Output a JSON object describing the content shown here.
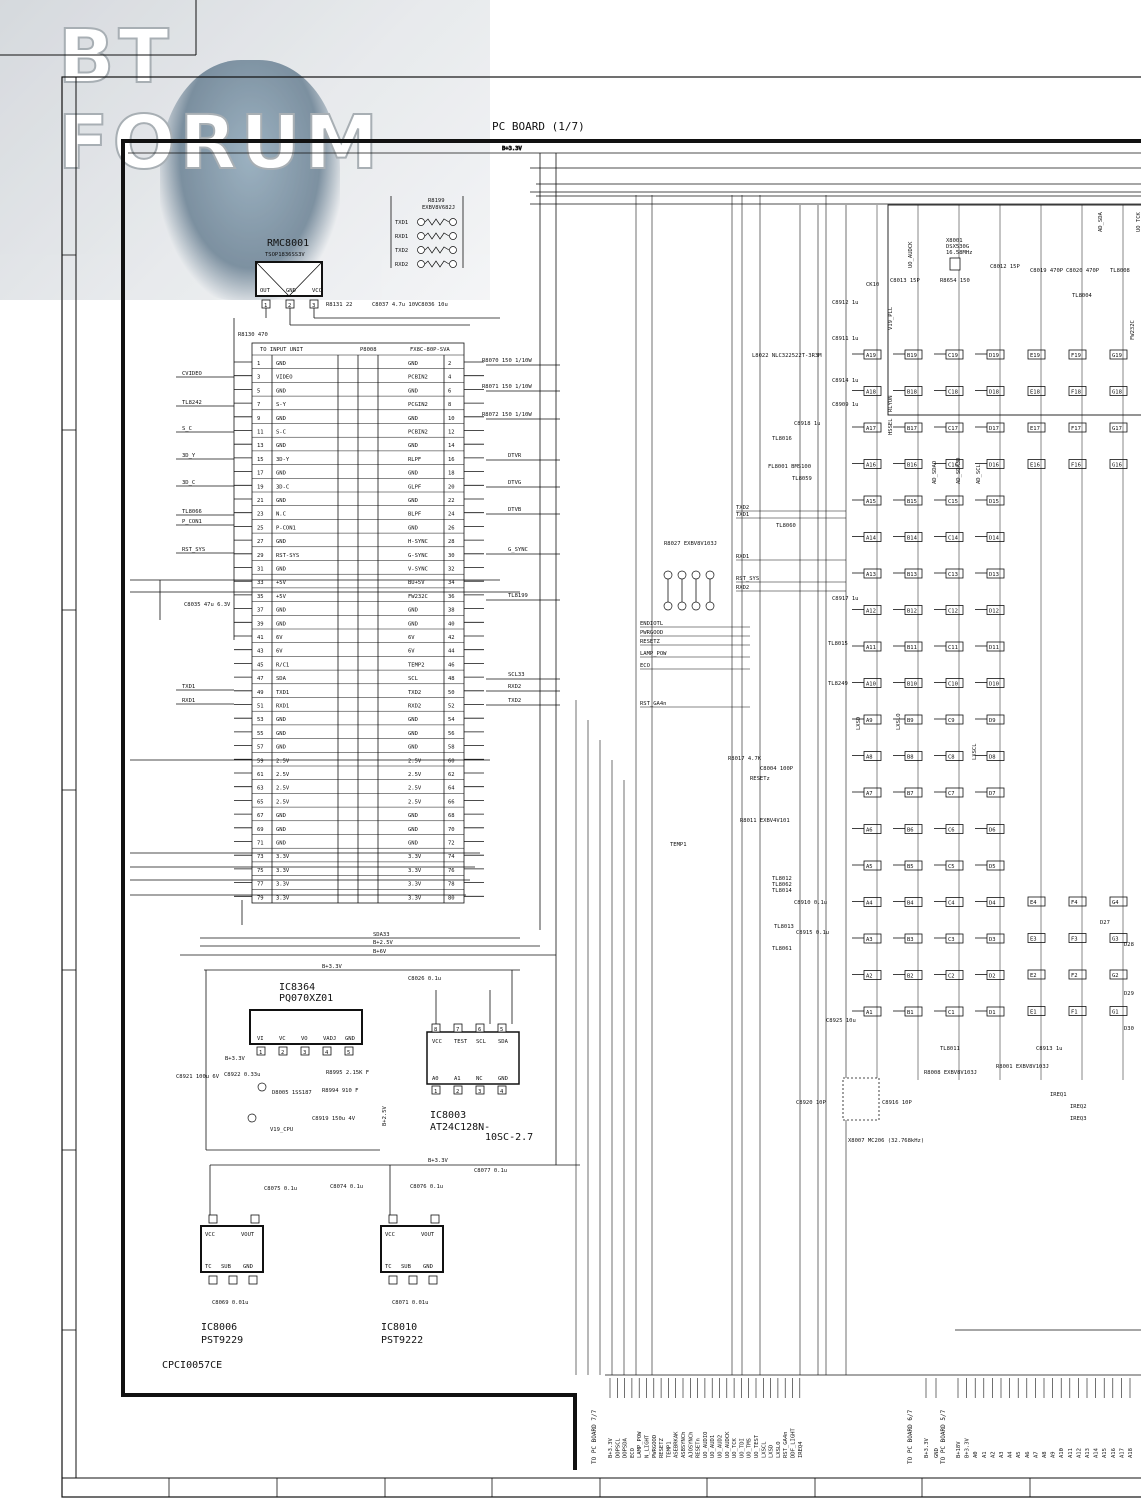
{
  "watermark": {
    "text": "BT FORUM"
  },
  "title": "PC BOARD (1/7)",
  "rails": {
    "b33": "B+3.3V",
    "b25": "B+2.5V",
    "b6": "B+6V",
    "sda33": "SDA33",
    "scl33": "SCL33",
    "v19cpu": "V19_CPU"
  },
  "rmc": {
    "ref": "RMC8001",
    "part": "TSOP1836SS3V",
    "pins": [
      "OUT",
      "GND",
      "VCC"
    ],
    "pin_nums": [
      "1",
      "2",
      "3"
    ],
    "r8131": "R8131 22",
    "c8037": "C8037 4.7u 10V",
    "c8036": "C8036 10u",
    "r8130": "R8130 470"
  },
  "r8199": {
    "ref": "R8199",
    "part": "EXBV8V682J",
    "nets": [
      "TXD1",
      "RXD1",
      "TXD2",
      "RXD2"
    ]
  },
  "connector": {
    "header": {
      "to": "TO INPUT UNIT",
      "ref": "P8008",
      "part": "FX8C-80P-SVA"
    },
    "rows": [
      [
        "1",
        "GND",
        "GND",
        "2"
      ],
      [
        "3",
        "VIDEO",
        "PCBIN2",
        "4"
      ],
      [
        "5",
        "GND",
        "GND",
        "6"
      ],
      [
        "7",
        "S-Y",
        "PCGIN2",
        "8"
      ],
      [
        "9",
        "GND",
        "GND",
        "10"
      ],
      [
        "11",
        "S-C",
        "PCBIN2",
        "12"
      ],
      [
        "13",
        "GND",
        "GND",
        "14"
      ],
      [
        "15",
        "3D-Y",
        "RLPF",
        "16"
      ],
      [
        "17",
        "GND",
        "GND",
        "18"
      ],
      [
        "19",
        "3D-C",
        "GLPF",
        "20"
      ],
      [
        "21",
        "GND",
        "GND",
        "22"
      ],
      [
        "23",
        "N.C",
        "BLPF",
        "24"
      ],
      [
        "25",
        "P-CON1",
        "GND",
        "26"
      ],
      [
        "27",
        "GND",
        "H-SYNC",
        "28"
      ],
      [
        "29",
        "RST-SYS",
        "G-SYNC",
        "30"
      ],
      [
        "31",
        "GND",
        "V-SYNC",
        "32"
      ],
      [
        "33",
        "+5V",
        "BU+5V",
        "34"
      ],
      [
        "35",
        "+5V",
        "FW232C",
        "36"
      ],
      [
        "37",
        "GND",
        "GND",
        "38"
      ],
      [
        "39",
        "GND",
        "GND",
        "40"
      ],
      [
        "41",
        "6V",
        "6V",
        "42"
      ],
      [
        "43",
        "6V",
        "6V",
        "44"
      ],
      [
        "45",
        "R/C1",
        "TEMP2",
        "46"
      ],
      [
        "47",
        "SDA",
        "SCL",
        "48"
      ],
      [
        "49",
        "TXD1",
        "TXD2",
        "50"
      ],
      [
        "51",
        "RXD1",
        "RXD2",
        "52"
      ],
      [
        "53",
        "GND",
        "GND",
        "54"
      ],
      [
        "55",
        "GND",
        "GND",
        "56"
      ],
      [
        "57",
        "GND",
        "GND",
        "58"
      ],
      [
        "59",
        "2.5V",
        "2.5V",
        "60"
      ],
      [
        "61",
        "2.5V",
        "2.5V",
        "62"
      ],
      [
        "63",
        "2.5V",
        "2.5V",
        "64"
      ],
      [
        "65",
        "2.5V",
        "2.5V",
        "66"
      ],
      [
        "67",
        "GND",
        "GND",
        "68"
      ],
      [
        "69",
        "GND",
        "GND",
        "70"
      ],
      [
        "71",
        "GND",
        "GND",
        "72"
      ],
      [
        "73",
        "3.3V",
        "3.3V",
        "74"
      ],
      [
        "75",
        "3.3V",
        "3.3V",
        "76"
      ],
      [
        "77",
        "3.3V",
        "3.3V",
        "78"
      ],
      [
        "79",
        "3.3V",
        "3.3V",
        "80"
      ]
    ],
    "left_nets": [
      "CVIDEO",
      "TL8242",
      "S_C",
      "3D_Y",
      "3D_C",
      "TL8066",
      "P_CON1",
      "RST_SYS",
      "TXD1",
      "RXD1"
    ],
    "right_nets": [
      "R8070 150 1/10W",
      "R8071 150 1/10W",
      "R8072 150 1/10W",
      "DTVR",
      "DTVG",
      "DTVB",
      "G_SYNC",
      "TL8199",
      "SCL33",
      "RXD2",
      "TXD2"
    ],
    "c8035": "C8035 47u 6.3V"
  },
  "ic8364": {
    "ref": "IC8364",
    "part": "PQ070XZ01",
    "pins": [
      "VI",
      "VC",
      "VO",
      "VADJ",
      "GND"
    ],
    "pin_nums": [
      "1",
      "2",
      "3",
      "4",
      "5"
    ],
    "c8921": "C8921 100u 6V",
    "c8922": "C8922 0.33u",
    "d8005": "D8005 1SS187",
    "r8995": "R8995 2.15K F",
    "r8994": "R8994 910 F",
    "c8919": "C8919 150u 4V",
    "b33": "B+3.3V",
    "v19": "V19_CPU"
  },
  "ic8003": {
    "ref": "IC8003",
    "part": "AT24C128N-",
    "part2": "10SC-2.7",
    "top_pins": [
      "VCC",
      "TEST",
      "SCL",
      "SDA"
    ],
    "bot_pins": [
      "A0",
      "A1",
      "NC",
      "GND"
    ],
    "top_nums": [
      "8",
      "7",
      "6",
      "5"
    ],
    "bot_nums": [
      "1",
      "2",
      "3",
      "4"
    ],
    "c8026": "C8026 0.1u",
    "b25": "B+2.5V"
  },
  "ic8006": {
    "ref": "IC8006",
    "part": "PST9229",
    "pins": [
      "VCC",
      "VOUT",
      "TC",
      "SUB",
      "GND"
    ],
    "c8075": "C8075 0.1u",
    "c8069": "C8069 0.01u"
  },
  "ic8010": {
    "ref": "IC8010",
    "part": "PST9222",
    "pins": [
      "VCC",
      "VOUT",
      "TC",
      "SUB",
      "GND"
    ],
    "c8076": "C8076 0.1u",
    "c8071": "C8071 0.01u",
    "c8074": "C8074 0.1u",
    "c8077": "C8077 0.1u"
  },
  "bga": {
    "cols": [
      "A",
      "B",
      "C",
      "D"
    ],
    "rows": [
      "19",
      "18",
      "17",
      "16",
      "15",
      "14",
      "13",
      "12",
      "11",
      "10",
      "9",
      "8",
      "7",
      "6",
      "5",
      "4",
      "3",
      "2",
      "1"
    ],
    "extra_cols_top": [
      "E19",
      "F19",
      "G19",
      "E18",
      "F18",
      "G18",
      "E17",
      "F17",
      "G17",
      "E16",
      "F16",
      "G16"
    ],
    "extra_cols_bot": [
      "E4",
      "F4",
      "G4",
      "E3",
      "F3",
      "G3",
      "E2",
      "F2",
      "G2",
      "E1",
      "F1",
      "G1"
    ]
  },
  "crystal": {
    "ref": "X8001",
    "part": "DSX530G",
    "freq": "16.58MHz",
    "c8013": "C8013 15P",
    "r8654": "R8654 150",
    "c8012": "C8012 15P",
    "c8019": "C8019 470P",
    "c8020": "C8020 470P",
    "tl8008": "TL8008",
    "tl8004": "TL8004",
    "net_ck10": "CK10",
    "uo_audck": "UO_AUDCK",
    "ad_sda": "AD_SDA",
    "uo_tck": "UO_TCK",
    "fw232c": "FW232C"
  },
  "mid_parts": [
    "C8912 1u",
    "C8911 1u",
    "L8022 NLC322522T-3R3M",
    "C8914 1u",
    "C8909 1u",
    "C8918 1u",
    "TL8016",
    "FL8001 BMS100",
    "TL8059",
    "TL8060",
    "C8917 1u",
    "TL8015",
    "TL8249",
    "R8027 EXBV8V103J",
    "R8017 4.7K",
    "C8004 100P",
    "R8011 EXBV4V101",
    "TEMP1",
    "TL8012",
    "TL8062",
    "TL8014",
    "C8910 0.1u",
    "TL8013",
    "C8915 0.1u",
    "TL8061",
    "C8925 10u",
    "C8913 1u",
    "TL8011",
    "C8920 10P",
    "X8007 MC206 (32.768kHz)",
    "C8916 10P",
    "R8008 EXBV8V103J",
    "R8001 EXBV8V103J",
    "IREQ2",
    "IREQ3",
    "IREQ1",
    "V19_PLL",
    "RLYON",
    "HSSEL",
    "AD_SDAO",
    "AD_SDA3D",
    "AD_SCL",
    "LXSD",
    "LXSLO",
    "LXSCL",
    "RESETz"
  ],
  "mid_nets": [
    "TXD2",
    "TXD1",
    "RXD1",
    "RST_SYS",
    "RXD2",
    "ENDIOTL",
    "PWRGOOD",
    "RESETZ",
    "LAMP_POW",
    "ECO",
    "RST_GA4n"
  ],
  "bus_right": [
    "D27",
    "D28",
    "D29",
    "D30"
  ],
  "bottom_left": {
    "title": "TO PC BOARD 7/7",
    "nets": [
      "B+3.3V",
      "DOPSCL",
      "DOPSDA",
      "ECO",
      "LAMP_POW",
      "N_LIGHT",
      "PWRGOOD",
      "RESETZ",
      "TEMP1",
      "ASEBRKAK",
      "ASBSYNCh",
      "AJOSYNCh",
      "RESETn",
      "UO_AUDIO",
      "UO_AUD1",
      "UO_AUD2",
      "UO_AUDCK",
      "UO_TCK",
      "UO_TDI",
      "UO_TMS",
      "UO_TEST",
      "LXSCL",
      "LXSD",
      "LXSLO",
      "RST_GA4n",
      "DDF_LIGHT",
      "IREQ4"
    ]
  },
  "bottom_mid": {
    "title": "TO PC BOARD 6/7",
    "nets": [
      "B+3.3V",
      "GND"
    ]
  },
  "bottom_right": {
    "title": "TO PC BOARD 5/7",
    "nets": [
      "B+18V",
      "B+3.3V",
      "A0",
      "A1",
      "A2",
      "A3",
      "A4",
      "A5",
      "A6",
      "A7",
      "A8",
      "A9",
      "A10",
      "A11",
      "A12",
      "A13",
      "A14",
      "A15",
      "A16",
      "A17",
      "A18"
    ]
  },
  "footer_code": "CPCI0057CE"
}
